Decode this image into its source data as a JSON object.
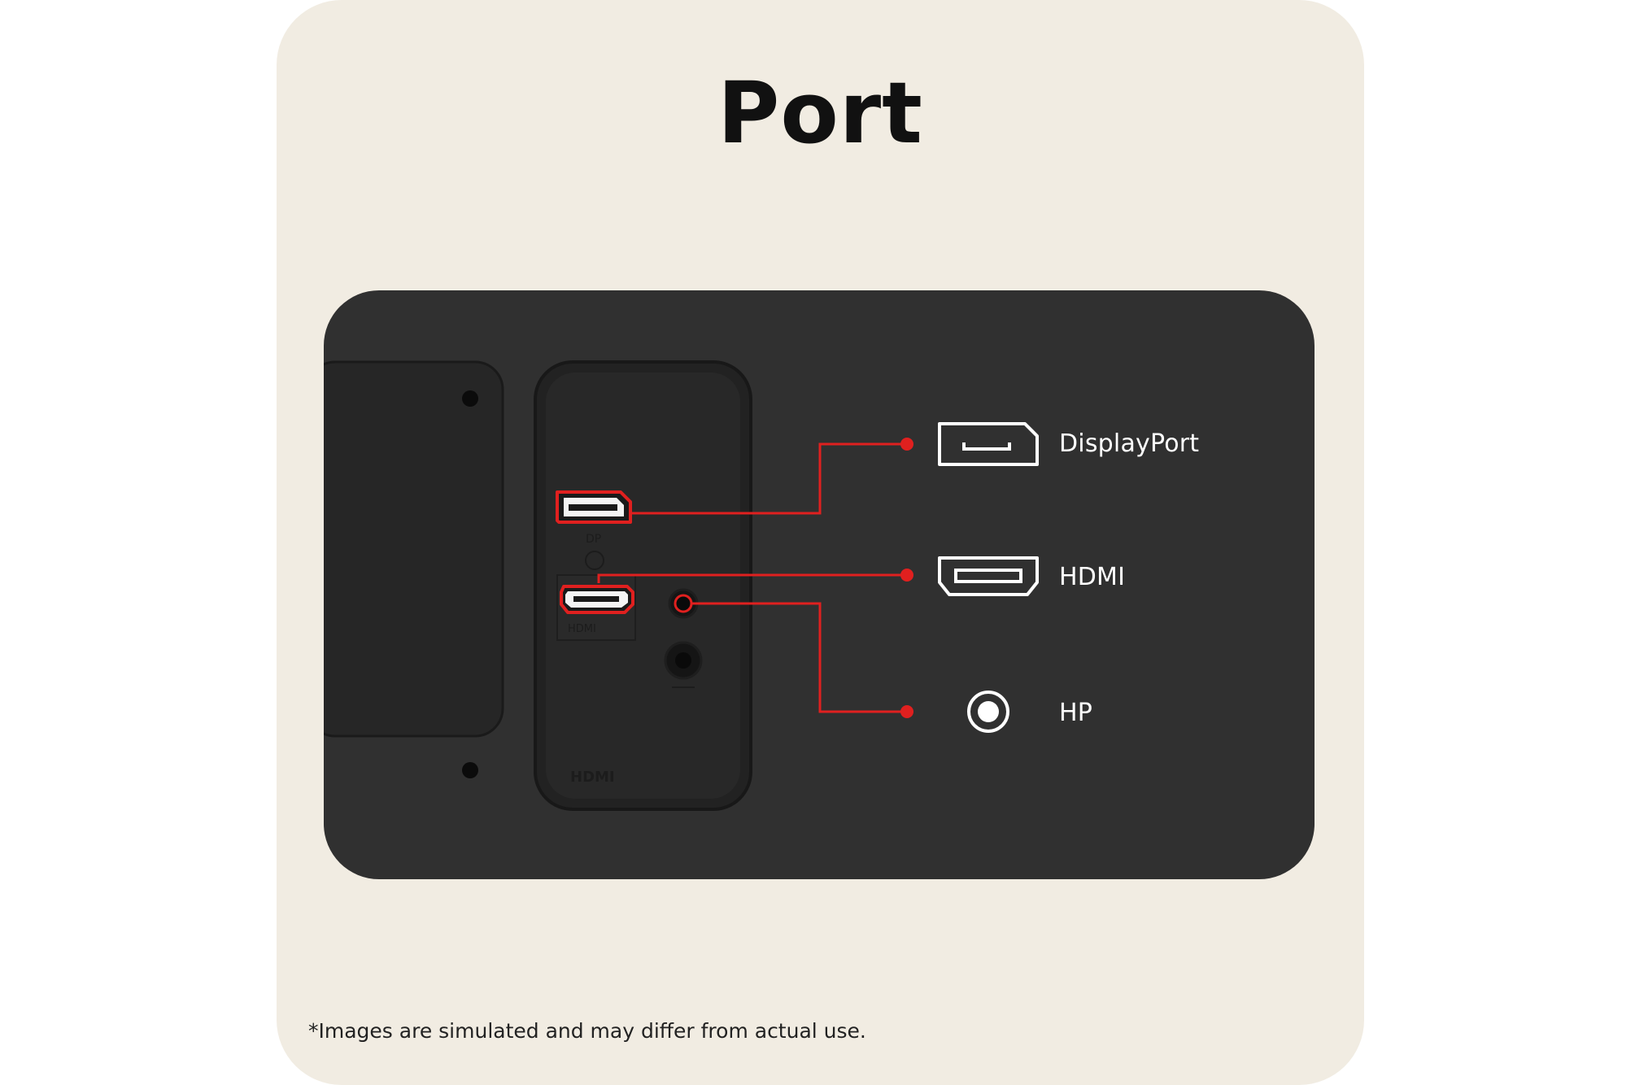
{
  "title": "Port",
  "ports": [
    {
      "label": "DisplayPort",
      "icon": "displayport-icon"
    },
    {
      "label": "HDMI",
      "icon": "hdmi-icon"
    },
    {
      "label": "HP",
      "icon": "headphone-icon"
    }
  ],
  "footnote": "*Images are simulated and may differ from actual use.",
  "colors": {
    "background": "#f1ece2",
    "panel": "#303030",
    "accent": "#e0201f",
    "text": "#111111"
  }
}
